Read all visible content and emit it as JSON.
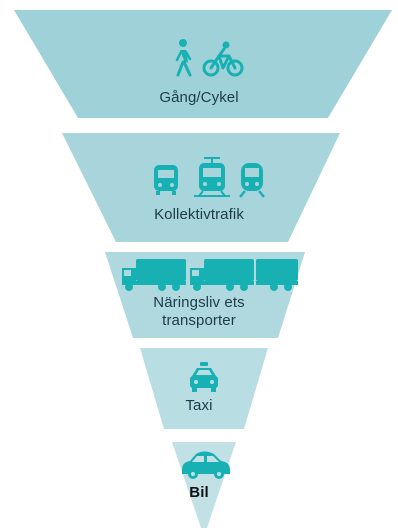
{
  "pyramid": {
    "levels": [
      {
        "label": "Gång/Cykel",
        "icons": [
          "pedestrian-icon",
          "bicycle-icon"
        ],
        "color": "#9fd1d8"
      },
      {
        "label": "Kollektivtrafik",
        "icons": [
          "bus-icon",
          "tram-icon",
          "train-icon"
        ],
        "color": "#a8d5db"
      },
      {
        "label": "Näringsliv ets\ntransporter",
        "icons": [
          "truck-icon",
          "truck-icon",
          "truck-icon"
        ],
        "color": "#b0d9df"
      },
      {
        "label": "Taxi",
        "icons": [
          "taxi-icon"
        ],
        "color": "#b8dde2"
      },
      {
        "label": "Bil",
        "icons": [
          "car-icon"
        ],
        "color": "#c1e1e6"
      }
    ],
    "icon_color": "#17b0b3",
    "text_color": "#1c3b4a"
  }
}
